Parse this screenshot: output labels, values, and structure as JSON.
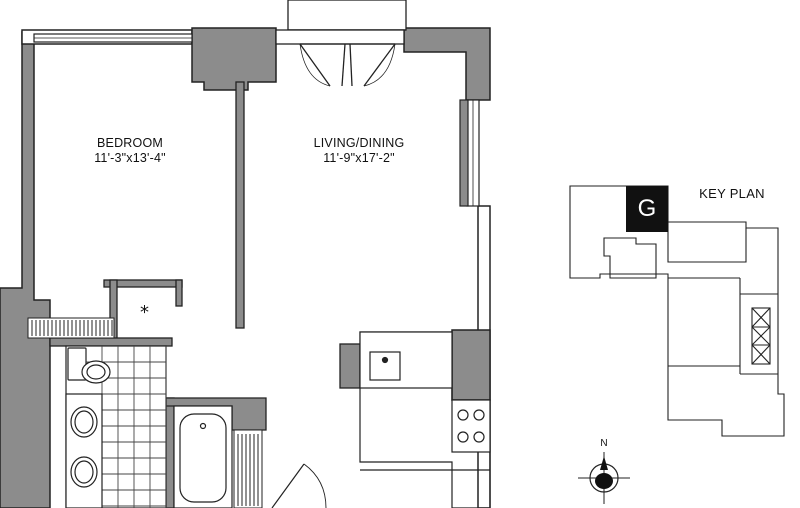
{
  "rooms": {
    "bedroom": {
      "name": "BEDROOM",
      "dimensions": "11'-3\"x13'-4\""
    },
    "living_dining": {
      "name": "LIVING/DINING",
      "dimensions": "11'-9\"x17'-2\""
    }
  },
  "closet_marker": "*",
  "key_plan": {
    "title": "KEY PLAN",
    "unit": "G"
  },
  "compass": {
    "north": "N"
  },
  "colors": {
    "wall": "#8c8c8c",
    "outline": "#222222",
    "highlight": "#111111",
    "background": "#ffffff"
  }
}
